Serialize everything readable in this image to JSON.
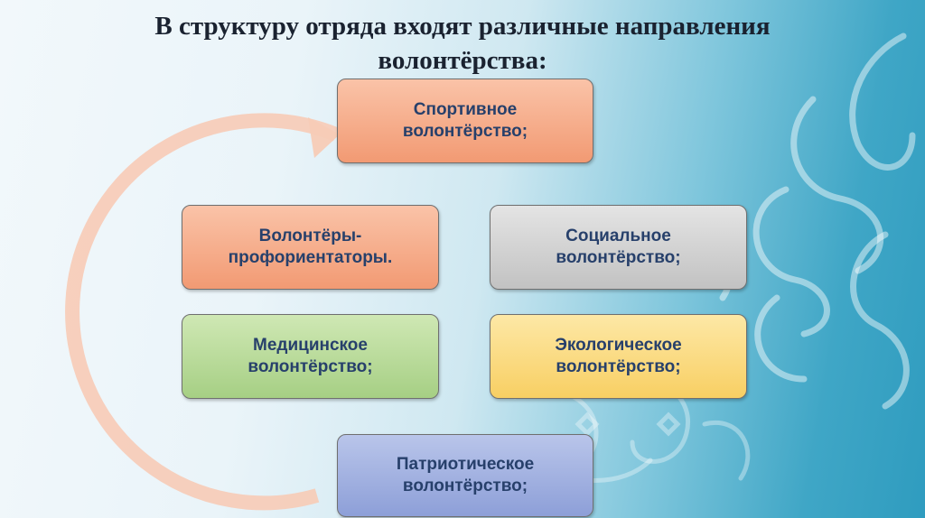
{
  "title": {
    "line1": "В структуру отряда входят различные направления",
    "line2": "волонтёрства:"
  },
  "colors": {
    "cycle_arrow": "#f7cbb6",
    "text": "#27406b",
    "title": "#1a2230"
  },
  "nodes": {
    "sport": {
      "line1": "Спортивное",
      "line2": "волонтёрство;",
      "color": "#f4a57f"
    },
    "social": {
      "line1": "Социальное",
      "line2": "волонтёрство;",
      "color": "#cfcfcf"
    },
    "ecological": {
      "line1": "Экологическое",
      "line2": "волонтёрство;",
      "color": "#fad97a"
    },
    "patriotic": {
      "line1": "Патриотическое",
      "line2": "волонтёрство;",
      "color": "#a3b2e0"
    },
    "medical": {
      "line1": "Медицинское",
      "line2": "волонтёрство;",
      "color": "#b8dc9a"
    },
    "career": {
      "line1": "Волонтёры-",
      "line2": "профориентаторы.",
      "color": "#f4a57f"
    }
  }
}
